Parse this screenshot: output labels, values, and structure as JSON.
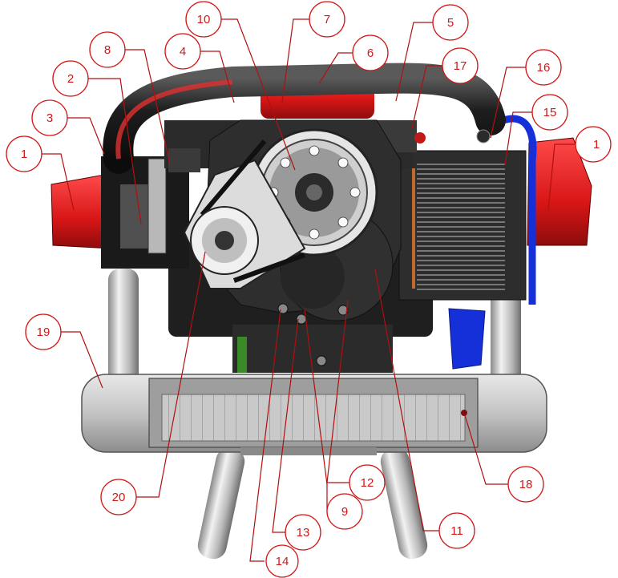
{
  "diagram": {
    "subject": "engine-assembly-rear-view",
    "callouts": [
      {
        "label": "1"
      },
      {
        "label": "1"
      },
      {
        "label": "2"
      },
      {
        "label": "3"
      },
      {
        "label": "4"
      },
      {
        "label": "5"
      },
      {
        "label": "6"
      },
      {
        "label": "7"
      },
      {
        "label": "8"
      },
      {
        "label": "9"
      },
      {
        "label": "10"
      },
      {
        "label": "11"
      },
      {
        "label": "12"
      },
      {
        "label": "13"
      },
      {
        "label": "14"
      },
      {
        "label": "15"
      },
      {
        "label": "16"
      },
      {
        "label": "17"
      },
      {
        "label": "18"
      },
      {
        "label": "19"
      },
      {
        "label": "20"
      }
    ],
    "colors": {
      "callout_red": "#d01818",
      "shroud_red": "#e01818",
      "engine_dark": "#2a2a2a",
      "muffler_silver": "#bdbdbd",
      "oil_cooler": "#3a3a3a",
      "coolant_hose_blue": "#1530d8"
    }
  }
}
